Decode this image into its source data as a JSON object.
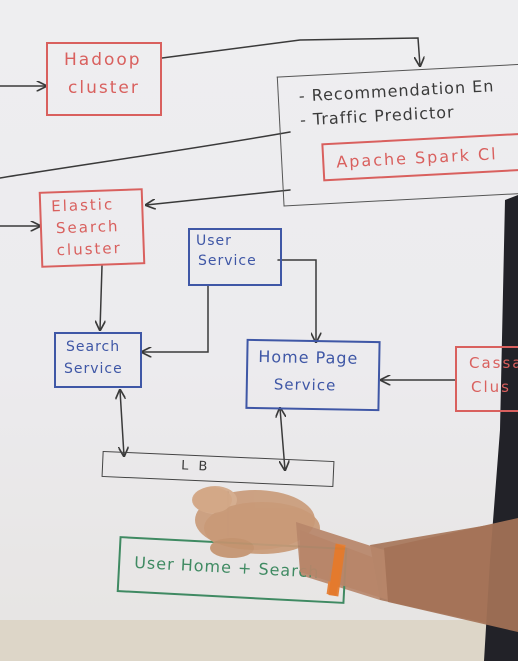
{
  "hadoop": {
    "line1": "Hadoop",
    "line2": "cluster"
  },
  "spark_panel": {
    "item1": "- Recommendation En",
    "item2": "- Traffic Predictor",
    "spark_label": "Apache Spark Cl"
  },
  "elastic": {
    "line1": "Elastic",
    "line2": "Search",
    "line3": "cluster"
  },
  "user_service": {
    "line1": "User",
    "line2": "Service"
  },
  "search_service": {
    "line1": "Search",
    "line2": "Service"
  },
  "home_page_service": {
    "line1": "Home Page",
    "line2": "Service"
  },
  "cassandra": {
    "line1": "Cassa",
    "line2": "Clus"
  },
  "load_balancer": {
    "label": "L B"
  },
  "client": {
    "label": "User Home + Search"
  },
  "colors": {
    "red_marker": "#d9605e",
    "blue_marker": "#3f57a6",
    "green_marker": "#3f8a62",
    "black_marker": "#3a3a3a"
  }
}
